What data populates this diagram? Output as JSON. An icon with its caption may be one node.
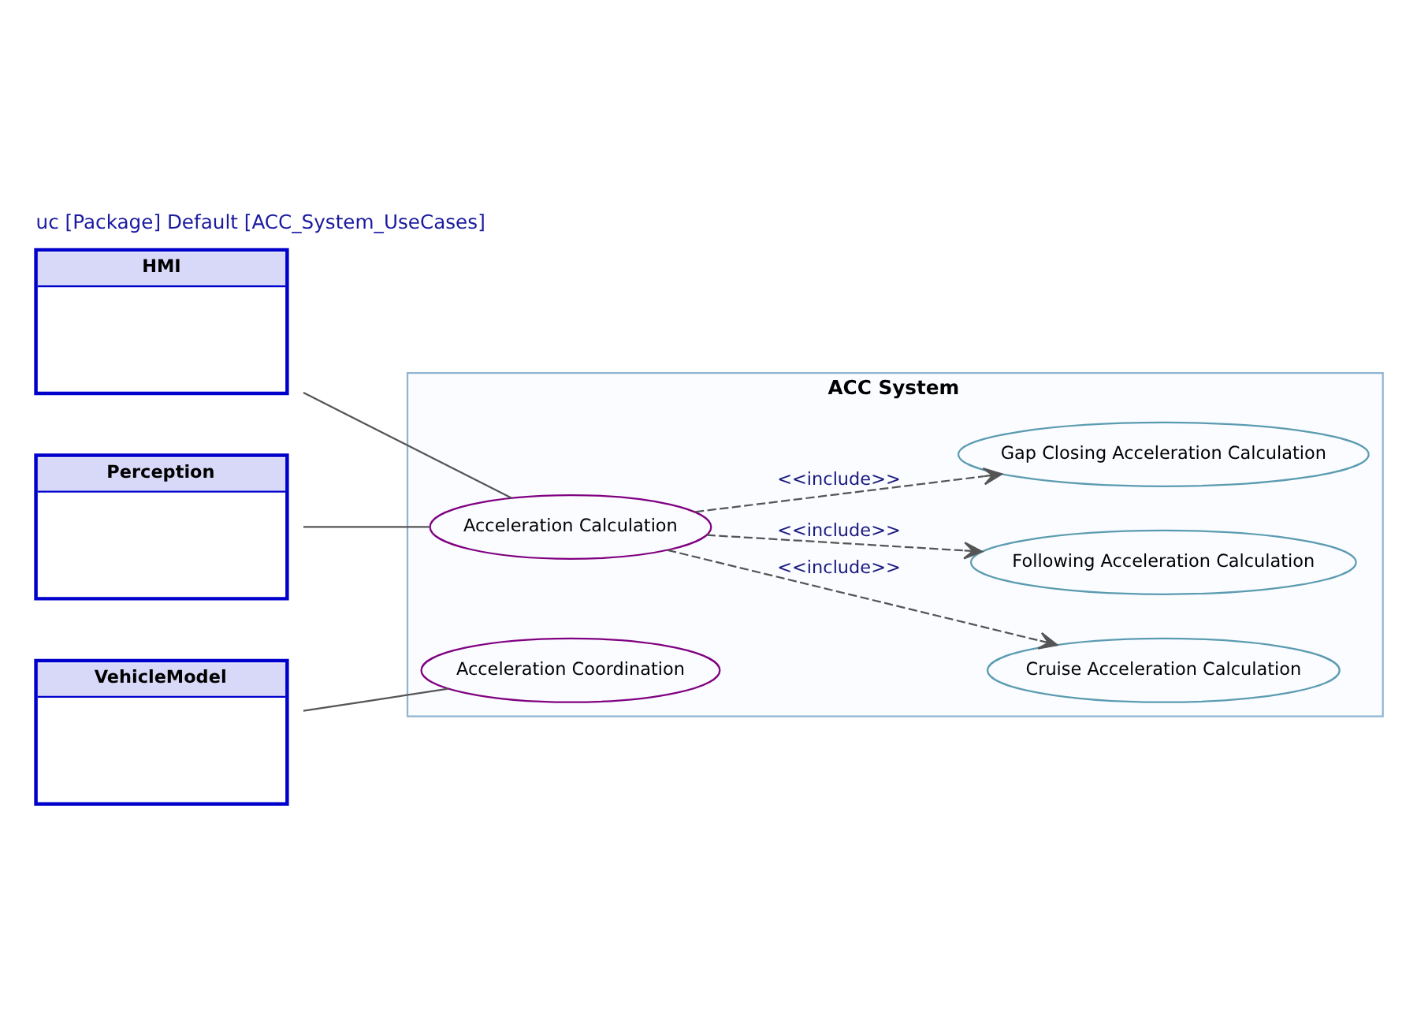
{
  "diagram": {
    "title": "uc [Package] Default [ACC_System_UseCases]",
    "nodes": [
      {
        "text": [
          "HMI"
        ]
      },
      {
        "text": [
          "Perception"
        ]
      },
      {
        "text": [
          "VehicleModel"
        ]
      },
      {
        "text": [
          "ACC System"
        ]
      },
      {
        "text": [
          "Acceleration Calculation"
        ],
        "in": 3
      },
      {
        "text": [
          "Cruise Acceleration Calculation"
        ],
        "in": 3
      },
      {
        "text": [
          "Following Acceleration Calculation"
        ],
        "in": 3
      },
      {
        "text": [
          "Gap Closing Acceleration Calculation"
        ],
        "in": 3
      },
      {
        "text": [
          "Acceleration Coordination"
        ],
        "in": 3
      }
    ],
    "edges": [
      {
        "from": 0,
        "to": 4,
        "arrow": "none"
      },
      {
        "from": 1,
        "to": 4,
        "arrow": "none"
      },
      {
        "from": 4,
        "to": 5,
        "arrow": "to",
        "label": "<<include>>",
        "style": "dashed"
      },
      {
        "from": 4,
        "to": 6,
        "arrow": "to",
        "label": "<<include>>",
        "style": "dashed"
      },
      {
        "from": 4,
        "to": 7,
        "arrow": "to",
        "label": "<<include>>",
        "style": "dashed"
      },
      {
        "from": 2,
        "to": 8,
        "arrow": "none"
      }
    ]
  }
}
